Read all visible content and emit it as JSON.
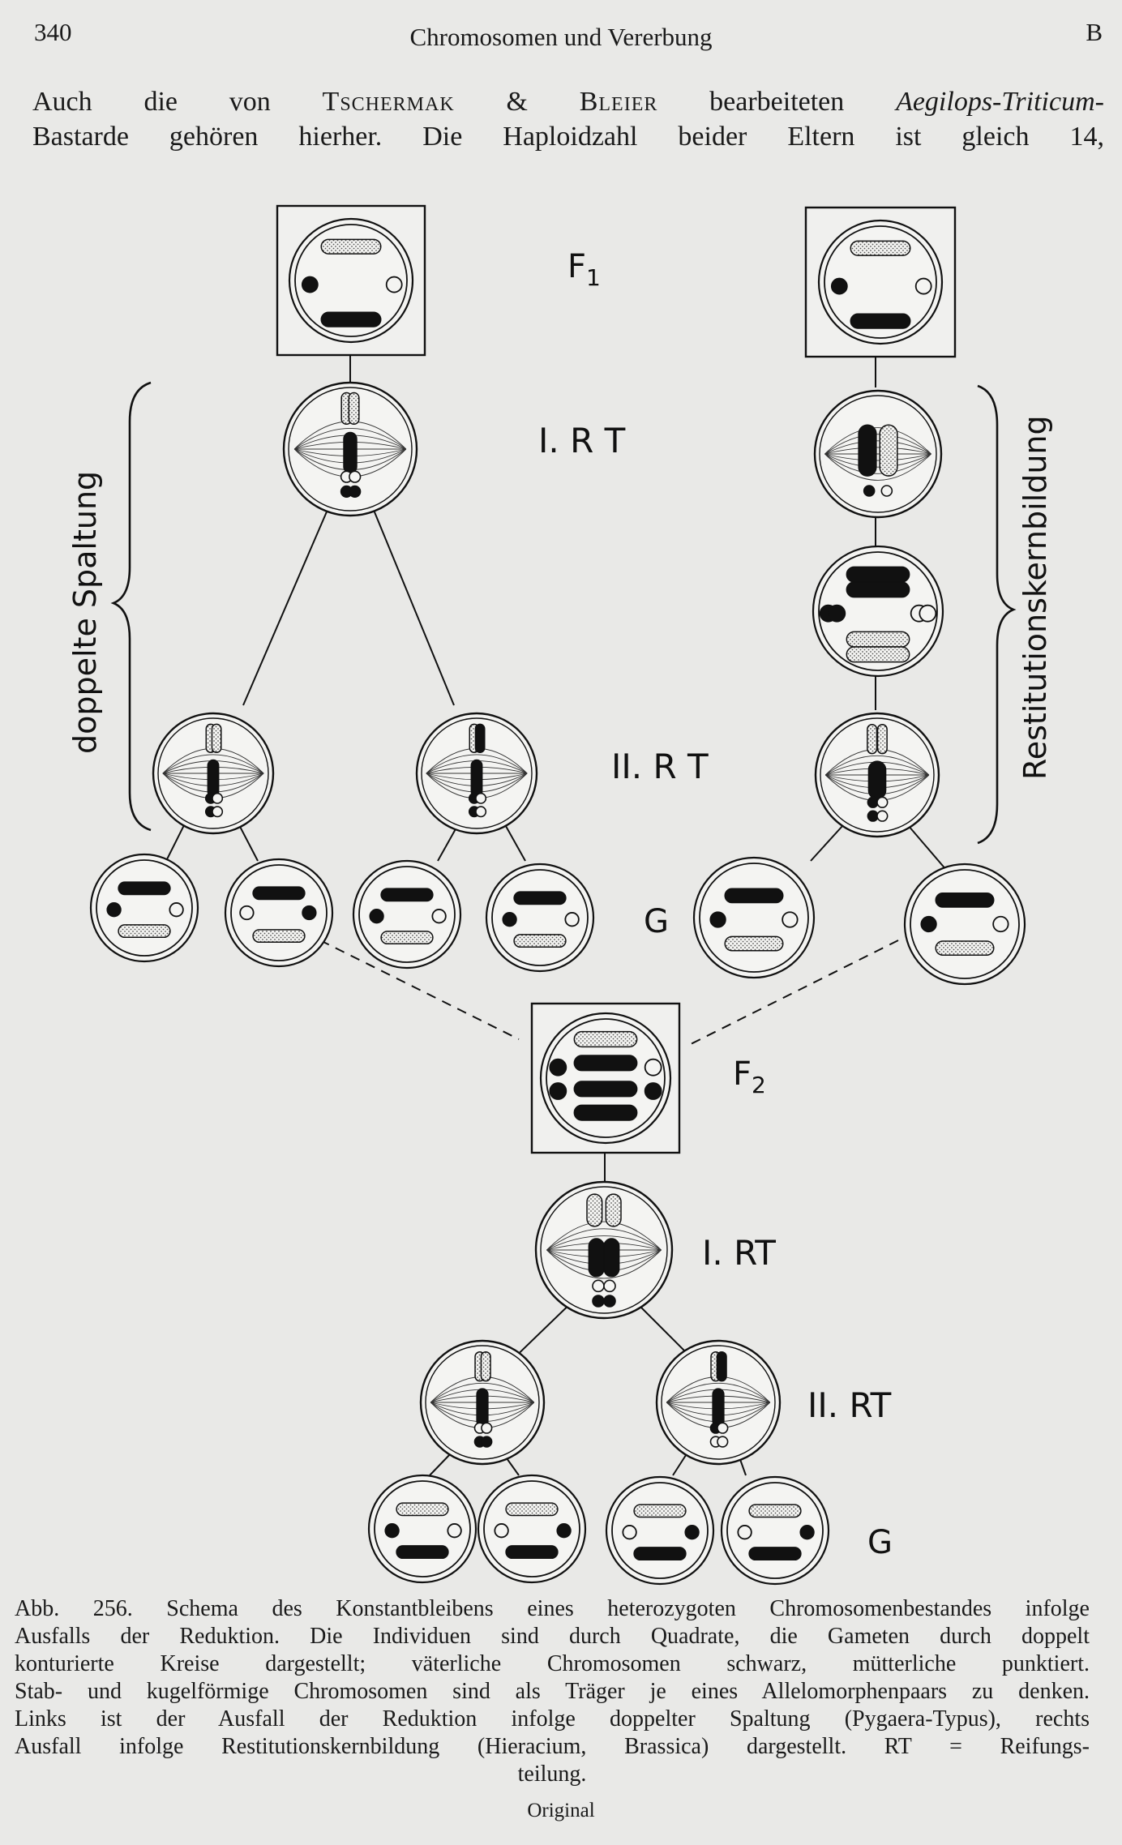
{
  "header": {
    "page_number": "340",
    "running_title": "Chromosomen und Vererbung",
    "section_letter": "B"
  },
  "intro": {
    "w_auch": "Auch",
    "w_die": "die",
    "w_von": "von",
    "author1": "Tschermak",
    "amp": "&",
    "author2": "Bleier",
    "w_bearbeiteten": "bearbeiteten",
    "taxon": "Aegilops-Triticum-",
    "line2_words": [
      "Bastarde",
      "gehören",
      "hierher.",
      "Die",
      "Haploidzahl",
      "beider",
      "Eltern",
      "ist",
      "gleich",
      "14,"
    ]
  },
  "figure": {
    "labels": {
      "f1": "F",
      "f1_sub": "1",
      "f2": "F",
      "f2_sub": "2",
      "first_division_top": "I. R T",
      "second_division_top": "II. R T",
      "gametes_top": "G",
      "first_division_bottom": "I. RT",
      "second_division_bottom": "II. RT",
      "gametes_bottom": "G",
      "left_bracket": "doppelte Spaltung",
      "right_bracket": "Restitutionskernbildung"
    }
  },
  "caption": {
    "lines": [
      "Abb. 256. Schema des Konstantbleibens eines heterozygoten Chromosomenbestandes infolge",
      "Ausfalls der Reduktion. Die Individuen sind durch Quadrate, die Gameten durch doppelt",
      "konturierte Kreise dargestellt; väterliche Chromosomen schwarz, mütterliche punktiert.",
      "Stab- und kugelförmige Chromosomen sind als Träger je eines Allelomorphenpaars zu denken.",
      "Links ist der Ausfall der Reduktion infolge doppelter Spaltung (Pygaera-Typus), rechts",
      "Ausfall infolge Restitutionskernbildung (Hieracium, Brassica) dargestellt. RT = Reifungs-",
      "teilung."
    ],
    "source": "Original"
  }
}
